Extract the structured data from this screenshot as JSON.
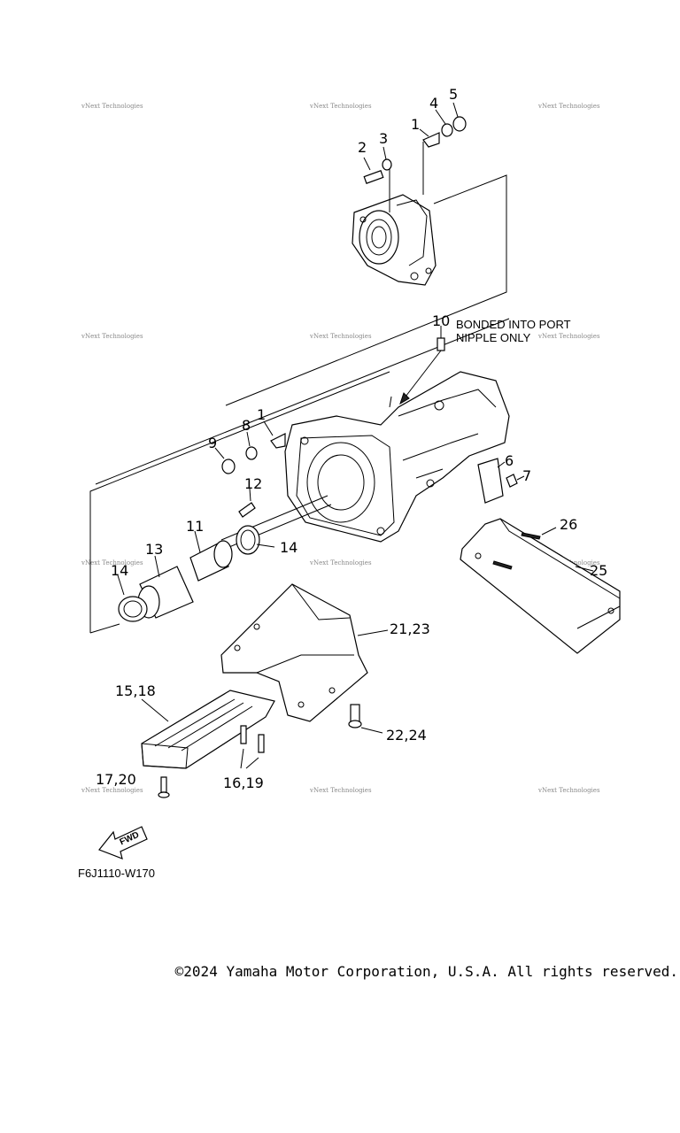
{
  "diagram": {
    "callouts": [
      {
        "id": "c1a",
        "text": "1"
      },
      {
        "id": "c2",
        "text": "2"
      },
      {
        "id": "c3",
        "text": "3"
      },
      {
        "id": "c4",
        "text": "4"
      },
      {
        "id": "c5",
        "text": "5"
      },
      {
        "id": "c10",
        "text": "10"
      },
      {
        "id": "c1b",
        "text": "1"
      },
      {
        "id": "c8",
        "text": "8"
      },
      {
        "id": "c9",
        "text": "9"
      },
      {
        "id": "c12",
        "text": "12"
      },
      {
        "id": "c6",
        "text": "6"
      },
      {
        "id": "c7",
        "text": "7"
      },
      {
        "id": "c11",
        "text": "11"
      },
      {
        "id": "c13",
        "text": "13"
      },
      {
        "id": "c14a",
        "text": "14"
      },
      {
        "id": "c14b",
        "text": "14"
      },
      {
        "id": "c26",
        "text": "26"
      },
      {
        "id": "c25",
        "text": "25"
      },
      {
        "id": "c2123",
        "text": "21,23"
      },
      {
        "id": "c1518",
        "text": "15,18"
      },
      {
        "id": "c2224",
        "text": "22,24"
      },
      {
        "id": "c1619",
        "text": "16,19"
      },
      {
        "id": "c1720",
        "text": "17,20"
      }
    ],
    "note_line1": "BONDED INTO PORT",
    "note_line2": "NIPPLE ONLY",
    "fwd_label": "FWD",
    "diagram_code": "F6J1110-W170",
    "watermark": "vNext Technologies"
  },
  "footer": {
    "copyright": "©2024 Yamaha Motor Corporation, U.S.A. All rights reserved."
  }
}
